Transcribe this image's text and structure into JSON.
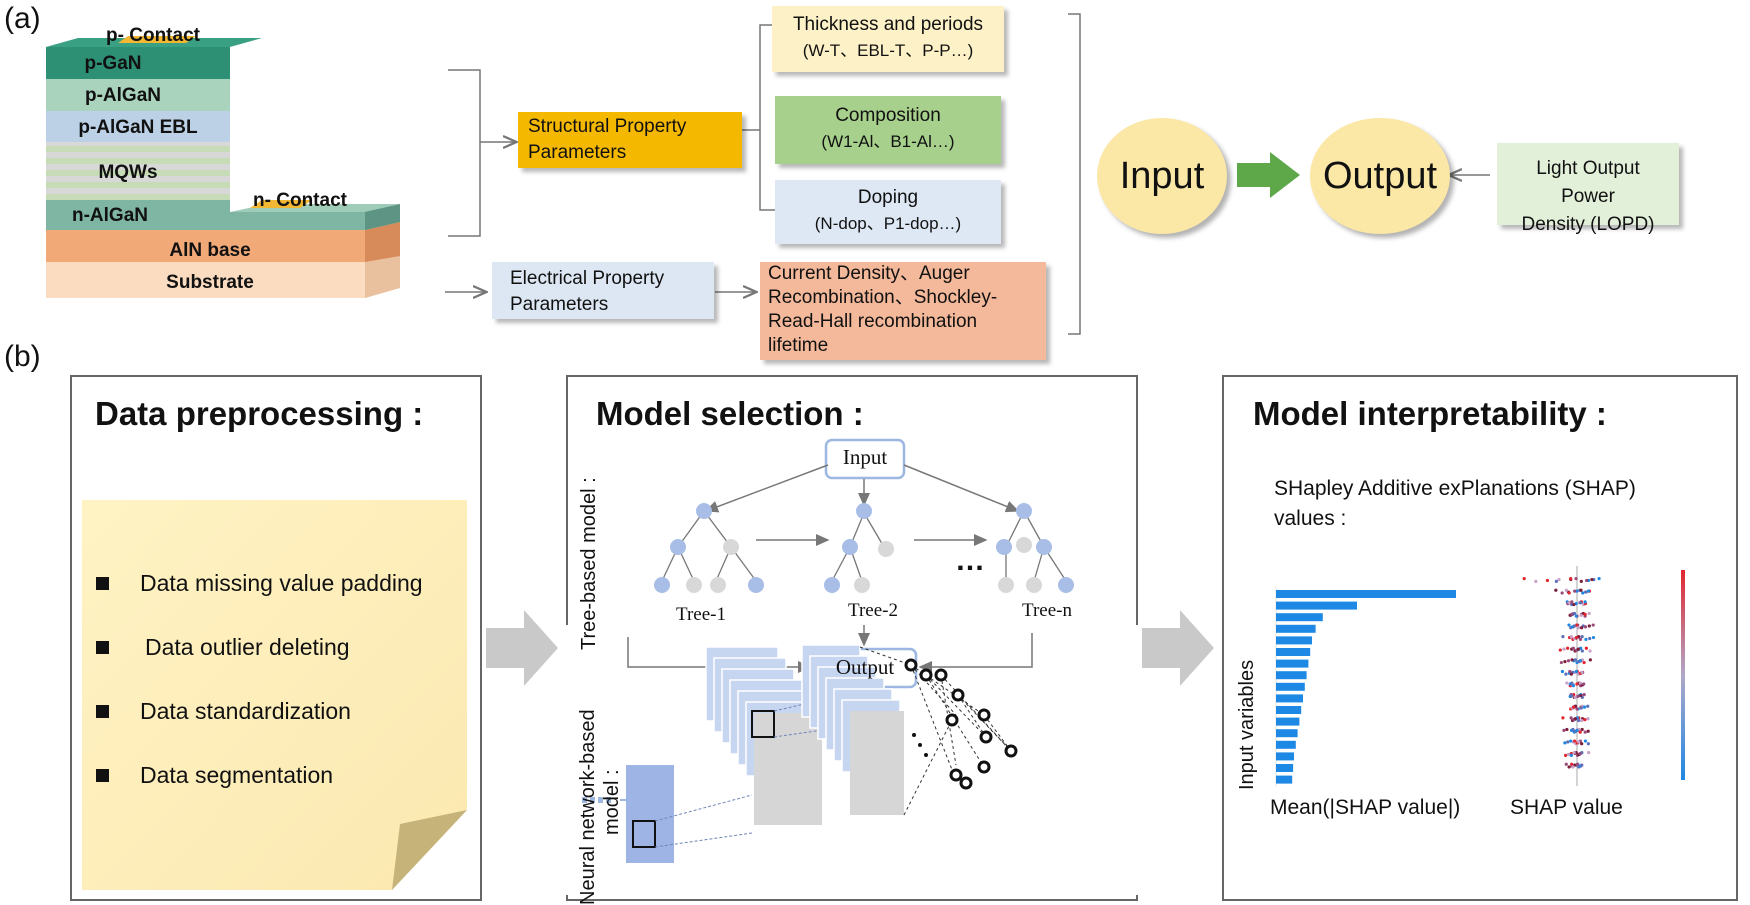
{
  "panel_a": {
    "label": "(a)",
    "layers": {
      "p_contact": "p- Contact",
      "p_gan": "p-GaN",
      "p_algan": "p-AlGaN",
      "p_algan_ebl": "p-AlGaN EBL",
      "mqws": "MQWs",
      "n_contact": "n- Contact",
      "n_algan": "n-AlGaN",
      "aln_base": "AlN base",
      "substrate": "Substrate"
    },
    "structural": {
      "line1": "Structural Property",
      "line2": "Parameters"
    },
    "electrical": {
      "line1": "Electrical Property",
      "line2": "Parameters"
    },
    "thickness": {
      "line1": "Thickness and periods",
      "line2": "(W-T、EBL-T、P-P…)"
    },
    "composition": {
      "line1": "Composition",
      "line2": "(W1-Al、B1-Al…)"
    },
    "doping": {
      "line1": "Doping",
      "line2": "(N-dop、P1-dop…)"
    },
    "electrical_details": {
      "line1": "Current Density、Auger",
      "line2": "Recombination、Shockley-",
      "line3": "Read-Hall recombination",
      "line4": "lifetime"
    },
    "input": "Input",
    "output": "Output",
    "lopd": {
      "line1": "Light Output Power",
      "line2": "Density (LOPD)"
    },
    "colors": {
      "structural": "#f5b800",
      "electrical": "#dde7f3",
      "thickness": "#fdf1c7",
      "composition": "#a7d08c",
      "doping": "#dde8f4",
      "electrical_details": "#f4b99a",
      "lopd": "#e2efd9",
      "circle": "#fbe7a6",
      "green_arrow": "#5fa84a"
    }
  },
  "panel_b": {
    "label": "(b)",
    "preprocessing": {
      "title": "Data preprocessing :",
      "items": [
        "Data missing value padding",
        "Data outlier deleting",
        "Data standardization",
        "Data segmentation"
      ]
    },
    "model_selection": {
      "title": "Model selection :",
      "tree_label": "Tree-based model :",
      "nn_label_1": "Neural network-based",
      "nn_label_2": "model :",
      "input": "Input",
      "output": "Output",
      "tree1": "Tree-1",
      "tree2": "Tree-2",
      "treen": "Tree-n",
      "ellipsis": "…"
    },
    "interpretability": {
      "title": "Model interpretability :",
      "subtitle_1": "SHapley Additive exPlanations (SHAP)",
      "subtitle_2": "values :",
      "ylabel": "Input variables",
      "xlabel_bar": "Mean(|SHAP value|)",
      "xlabel_swarm": "SHAP value"
    }
  },
  "chart_data": {
    "type": "bar",
    "orientation": "horizontal",
    "title": "",
    "xlabel": "Mean(|SHAP value|)",
    "ylabel": "Input variables",
    "categories": [],
    "values": [
      1.0,
      0.45,
      0.26,
      0.22,
      0.2,
      0.19,
      0.18,
      0.17,
      0.16,
      0.15,
      0.14,
      0.13,
      0.12,
      0.11,
      0.1,
      0.095,
      0.09
    ],
    "grid": false,
    "legend": "none",
    "bar_color": "#1e88e5"
  }
}
